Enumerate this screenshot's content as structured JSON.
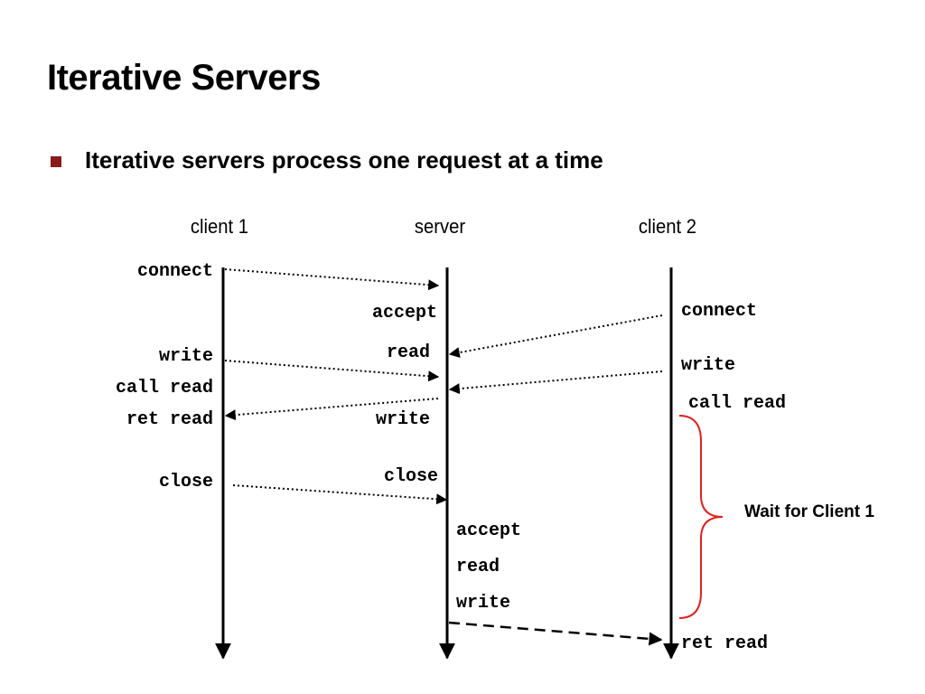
{
  "slide": {
    "title": "Iterative Servers",
    "bullet": "Iterative servers process one request at a time"
  },
  "diagram": {
    "columns": {
      "client1": "client 1",
      "server": "server",
      "client2": "client 2"
    },
    "client1_ops": [
      "connect",
      "write",
      "call read",
      "ret read",
      "close"
    ],
    "server_ops": [
      "accept",
      "read",
      "write",
      "close",
      "accept",
      "read",
      "write"
    ],
    "client2_ops": [
      "connect",
      "write",
      "call read",
      "ret read"
    ],
    "wait_note": "Wait for Client 1",
    "colors": {
      "brace": "#e02020",
      "bullet": "#8b1a1a"
    }
  }
}
